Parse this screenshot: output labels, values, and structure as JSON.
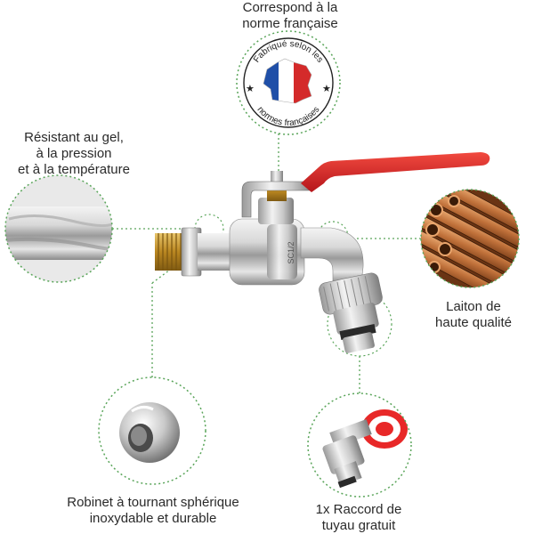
{
  "features": {
    "top": {
      "lines": [
        "Correspond à la",
        "norme française"
      ]
    },
    "badge": {
      "ring_top": "Fabriqué selon les",
      "ring_bottom": "normes françaises",
      "flag_colors": [
        "#1f4fa8",
        "#ffffff",
        "#d42a2a"
      ]
    },
    "left": {
      "lines": [
        "Résistant au gel,",
        "à la pression",
        "et à la température"
      ]
    },
    "right": {
      "lines": [
        "Laiton de",
        "haute qualité"
      ]
    },
    "bottom_left": {
      "lines": [
        "Robinet à tournant sphérique",
        "inoxydable et durable"
      ]
    },
    "bottom_right": {
      "lines": [
        "1x Raccord de",
        "tuyau gratuit"
      ]
    }
  },
  "product": {
    "body_stamp": "SC1/2"
  },
  "colors": {
    "accent_line": "#5aa55a",
    "handle_red": "#d8262a",
    "brass": "#c8962a",
    "copper": "#c0713a"
  }
}
